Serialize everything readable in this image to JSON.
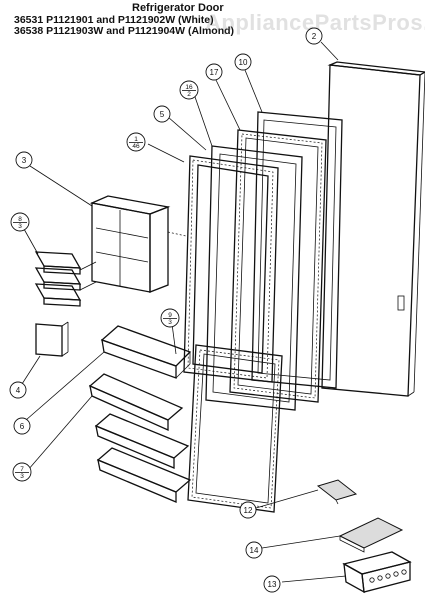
{
  "header": {
    "title": "Refrigerator Door",
    "line1": "36531  P1121901 and P1121902W (White)",
    "line2": "36538  P1121903W and P1121904W (Almond)"
  },
  "watermark": "AppliancePartsPros.com",
  "callouts": [
    {
      "id": "c2",
      "label": "2"
    },
    {
      "id": "c10",
      "label": "10"
    },
    {
      "id": "c17",
      "label": "17"
    },
    {
      "id": "c16",
      "top": "16",
      "bottom": "2"
    },
    {
      "id": "c5",
      "label": "5"
    },
    {
      "id": "c1",
      "top": "1",
      "bottom": "46"
    },
    {
      "id": "c3",
      "label": "3"
    },
    {
      "id": "c8",
      "top": "8",
      "bottom": "3"
    },
    {
      "id": "c9",
      "top": "9",
      "bottom": "3"
    },
    {
      "id": "c4",
      "label": "4"
    },
    {
      "id": "c6",
      "label": "6"
    },
    {
      "id": "c7",
      "top": "7",
      "bottom": "3"
    },
    {
      "id": "c12",
      "label": "12"
    },
    {
      "id": "c14",
      "label": "14"
    },
    {
      "id": "c13",
      "label": "13"
    }
  ]
}
